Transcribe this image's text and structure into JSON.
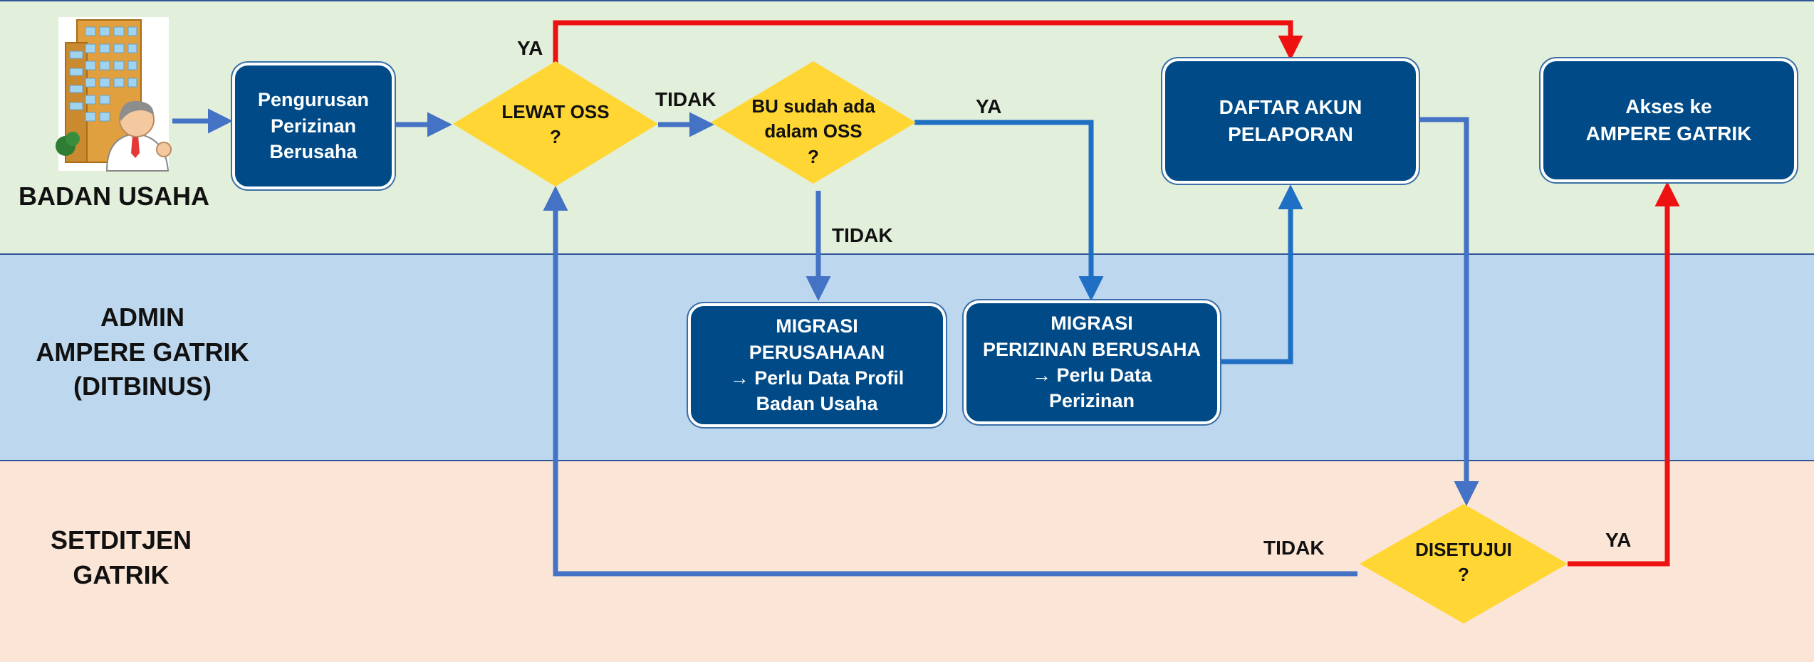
{
  "lanes": {
    "badan_usaha": "BADAN USAHA",
    "admin": "ADMIN\nAMPERE GATRIK\n(DITBINUS)",
    "setditjen": "SETDITJEN\nGATRIK"
  },
  "nodes": {
    "pengurusan": "Pengurusan\nPerizinan\nBerusaha",
    "lewat_oss": "LEWAT OSS\n?",
    "bu_sudah": "BU sudah ada\ndalam OSS\n?",
    "daftar_akun": "DAFTAR AKUN\nPELAPORAN",
    "akses": "Akses ke\nAMPERE GATRIK",
    "migrasi_perusahaan": "MIGRASI\nPERUSAHAAN\n→ Perlu Data Profil\nBadan Usaha",
    "migrasi_perizinan": "MIGRASI\nPERIZINAN BERUSAHA\n→ Perlu Data\nPerizinan",
    "disetujui": "DISETUJUI\n?"
  },
  "edge_labels": {
    "ya_top": "YA",
    "tidak_oss": "TIDAK",
    "ya_bu": "YA",
    "tidak_bu": "TIDAK",
    "tidak_disetujui": "TIDAK",
    "ya_disetujui": "YA"
  },
  "colors": {
    "lane_top": "#e2efda",
    "lane_mid": "#bdd7ee",
    "lane_bottom": "#fbe5d6",
    "box": "#004b87",
    "diamond": "#ffd633",
    "arrow_blue": "#4472c4",
    "arrow_blue_dark": "#1f6fc5",
    "arrow_red": "#ee1111"
  }
}
